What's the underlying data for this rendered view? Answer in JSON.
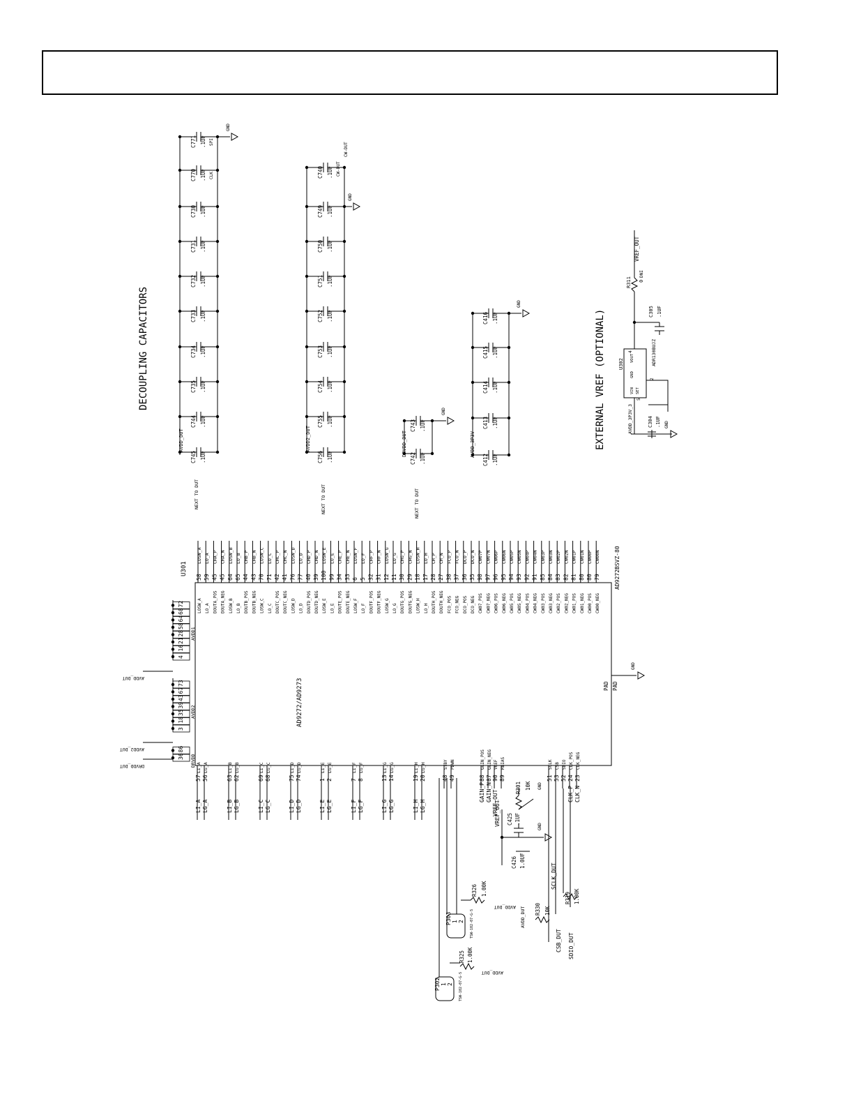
{
  "decoupling": {
    "title": "DECOUPLING CAPACITORS",
    "gnd": "GND",
    "next_to_dut": "NEXT TO DUT",
    "group_avdd": {
      "net": "AVDD_DUT",
      "caps": [
        {
          "ref": "C745",
          "val": ".1UF"
        },
        {
          "ref": "C744",
          "val": ".1UF"
        },
        {
          "ref": "C735",
          "val": ".1UF"
        },
        {
          "ref": "C734",
          "val": ".1UF"
        },
        {
          "ref": "C733",
          "val": ".1UF"
        },
        {
          "ref": "C732",
          "val": ".1UF"
        },
        {
          "ref": "C731",
          "val": ".1UF"
        },
        {
          "ref": "C730",
          "val": ".1UF"
        },
        {
          "ref": "C770",
          "val": ".1UF",
          "note": "CLK"
        },
        {
          "ref": "C771",
          "val": ".1UF",
          "note": "SPI"
        }
      ]
    },
    "group_avdd2": {
      "net": "AVDD2_DUT",
      "caps": [
        {
          "ref": "C756",
          "val": ".1UF"
        },
        {
          "ref": "C755",
          "val": ".1UF"
        },
        {
          "ref": "C754",
          "val": ".1UF"
        },
        {
          "ref": "C753",
          "val": ".1UF"
        },
        {
          "ref": "C752",
          "val": ".1UF"
        },
        {
          "ref": "C751",
          "val": ".1UF"
        },
        {
          "ref": "C750",
          "val": ".1UF"
        },
        {
          "ref": "C749",
          "val": ".1UF"
        },
        {
          "ref": "C740",
          "val": ".1UF",
          "note": "CW-DUT"
        }
      ]
    },
    "group_drvdd": {
      "net": "DRVDD_DUT",
      "caps": [
        {
          "ref": "C742",
          "val": ".1UF"
        },
        {
          "ref": "C743",
          "val": ".1UF"
        }
      ]
    },
    "group_avdd3p3": {
      "net": "AVDD_3P3V",
      "caps": [
        {
          "ref": "C412",
          "val": ".1UF"
        },
        {
          "ref": "C413",
          "val": ".1UF"
        },
        {
          "ref": "C414",
          "val": ".1UF"
        },
        {
          "ref": "C415",
          "val": ".1UF"
        },
        {
          "ref": "C416",
          "val": ".1UF"
        }
      ]
    }
  },
  "vref": {
    "title": "EXTERNAL VREF (OPTIONAL)",
    "u_ref": "U302",
    "u_part": "ADR130BUJZ",
    "pins": [
      "VIN",
      "SET",
      "GND",
      "VOUT"
    ],
    "pin_numbers": [
      "5",
      "2",
      "4"
    ],
    "in_net": "AVDD_3P3V_3",
    "out_net": "VREF_OUT",
    "r_ref": "R311",
    "r_val": "0",
    "r_note": "DNI",
    "c_in_ref": "C304",
    "c_in_val": ".1UF",
    "c_out_ref": "C305",
    "c_out_val": ".1UF",
    "gnd": "GND"
  },
  "ic": {
    "ref": "U301",
    "name": "AD9272/AD9273",
    "part": "AD9272BSVZ-80",
    "pad_label": "PAD",
    "pad_pin": "PAD",
    "pad_gnd": "GND",
    "avdd1_label": "AVDD1",
    "avdd1_pins": [
      "4",
      "16",
      "21",
      "28",
      "58",
      "64",
      "68",
      "72"
    ],
    "avdd2_label": "AVDD2",
    "avdd2_pins": [
      "3",
      "18",
      "35",
      "39",
      "43",
      "67",
      "73"
    ],
    "drvdd_label": "DRVDD",
    "drvdd_pins": [
      "36",
      "86"
    ],
    "supply_nets": [
      "AVDD_DUT",
      "AVDD2_DUT",
      "DRVDD_DUT"
    ],
    "left_pins": [
      {
        "sig": "LI_A",
        "num": "57",
        "pin": "LI_A"
      },
      {
        "sig": "LG_A",
        "num": "56",
        "pin": "LG_A"
      },
      {
        "sig": "LI_B",
        "num": "63",
        "pin": "LI_B"
      },
      {
        "sig": "LG_B",
        "num": "62",
        "pin": "LG_B"
      },
      {
        "sig": "LI_C",
        "num": "69",
        "pin": "LI_C"
      },
      {
        "sig": "LG_C",
        "num": "68",
        "pin": "LG_C"
      },
      {
        "sig": "LI_D",
        "num": "75",
        "pin": "LI_D"
      },
      {
        "sig": "LG_D",
        "num": "74",
        "pin": "LG_D"
      },
      {
        "sig": "LI_E",
        "num": "1",
        "pin": "LI_E"
      },
      {
        "sig": "LG_E",
        "num": "2",
        "pin": "LG_E"
      },
      {
        "sig": "LI_F",
        "num": "7",
        "pin": "LI_F"
      },
      {
        "sig": "LG_F",
        "num": "8",
        "pin": "LG_F"
      },
      {
        "sig": "LI_G",
        "num": "13",
        "pin": "LI_G"
      },
      {
        "sig": "LG_G",
        "num": "14",
        "pin": "LG_G"
      },
      {
        "sig": "LI_H",
        "num": "19",
        "pin": "LI_H"
      },
      {
        "sig": "LG_H",
        "num": "20",
        "pin": "LG_H"
      }
    ],
    "ctrl_pins": [
      {
        "num": "48",
        "pin": "STBY"
      },
      {
        "num": "49",
        "pin": "PDWN"
      },
      {
        "num": "88",
        "pin": "GAIN_POS",
        "net": "GAIN_P"
      },
      {
        "num": "87",
        "pin": "GAIN_NEG",
        "net": "GAIN_N"
      },
      {
        "num": "90",
        "pin": "VREF",
        "net": "VREF_OUT"
      },
      {
        "num": "89",
        "pin": "RBIAS"
      },
      {
        "num": "51",
        "pin": "SCLK"
      },
      {
        "num": "53",
        "pin": "CSB"
      },
      {
        "num": "52",
        "pin": "SDIO"
      },
      {
        "num": "24",
        "pin": "CLK_POS",
        "net": "CLK_P"
      },
      {
        "num": "23",
        "pin": "CLK_NEG",
        "net": "CLK_N"
      }
    ],
    "right_pins": [
      {
        "pin": "LOSW_A",
        "num": "58",
        "sig": "LOSW_A"
      },
      {
        "pin": "LO_A",
        "num": "59",
        "sig": "LO_A"
      },
      {
        "pin": "DOUTA_POS",
        "num": "45",
        "sig": "CHA_P"
      },
      {
        "pin": "DOUTA_NEG",
        "num": "45",
        "sig": "CHA_N"
      },
      {
        "pin": "LOSW_B",
        "num": "64",
        "sig": "LOSW_B"
      },
      {
        "pin": "LO_B",
        "num": "65",
        "sig": "LO_B"
      },
      {
        "pin": "DOUTB_POS",
        "num": "44",
        "sig": "CHB_P"
      },
      {
        "pin": "DOUTB_NEG",
        "num": "43",
        "sig": "CHB_N"
      },
      {
        "pin": "LOSW_C",
        "num": "70",
        "sig": "LOSW_C"
      },
      {
        "pin": "LO_C",
        "num": "71",
        "sig": "LO_C"
      },
      {
        "pin": "DOUTC_POS",
        "num": "42",
        "sig": "CHC_P"
      },
      {
        "pin": "DOUTC_NEG",
        "num": "41",
        "sig": "CHC_N"
      },
      {
        "pin": "LOSW_D",
        "num": "76",
        "sig": "LOSW_D"
      },
      {
        "pin": "LO_D",
        "num": "77",
        "sig": "LO_D"
      },
      {
        "pin": "DOUTD_POS",
        "num": "40",
        "sig": "CHD_P"
      },
      {
        "pin": "DOUTD_NEG",
        "num": "39",
        "sig": "CHD_N"
      },
      {
        "pin": "LOSW_E",
        "num": "100",
        "sig": "LOSW_E"
      },
      {
        "pin": "LO_E",
        "num": "99",
        "sig": "LO_E"
      },
      {
        "pin": "DOUTE_POS",
        "num": "34",
        "sig": "CHE_P"
      },
      {
        "pin": "DOUTE_NEG",
        "num": "33",
        "sig": "CHE_N"
      },
      {
        "pin": "LOSW_F",
        "num": "6",
        "sig": "LOSW_F"
      },
      {
        "pin": "LO_F",
        "num": "5",
        "sig": "LO_F"
      },
      {
        "pin": "DOUTF_POS",
        "num": "32",
        "sig": "CHF_P"
      },
      {
        "pin": "DOUTF_NEG",
        "num": "31",
        "sig": "CHF_N"
      },
      {
        "pin": "LOSW_G",
        "num": "12",
        "sig": "LOSW_G"
      },
      {
        "pin": "LO_G",
        "num": "11",
        "sig": "LO_G"
      },
      {
        "pin": "DOUTG_POS",
        "num": "30",
        "sig": "CHG_P"
      },
      {
        "pin": "DOUTG_NEG",
        "num": "29",
        "sig": "CHG_N"
      },
      {
        "pin": "LOSW_H",
        "num": "18",
        "sig": "LOSW_H"
      },
      {
        "pin": "LO_H",
        "num": "17",
        "sig": "LO_H"
      },
      {
        "pin": "DOUTH_POS",
        "num": "28",
        "sig": "CH_P"
      },
      {
        "pin": "DOUTH_NEG",
        "num": "27",
        "sig": "CH_N"
      },
      {
        "pin": "FCO_POS",
        "num": "38",
        "sig": "FCO_P"
      },
      {
        "pin": "FCO_NEG",
        "num": "37",
        "sig": "FCO_N"
      },
      {
        "pin": "DCO_POS",
        "num": "36",
        "sig": "DCO_P"
      },
      {
        "pin": "DCO_NEG",
        "num": "35",
        "sig": "DCO_N"
      },
      {
        "pin": "CW07_POS",
        "num": "98",
        "sig": "CW07P"
      },
      {
        "pin": "CW07_NEG",
        "num": "97",
        "sig": "CW07N"
      },
      {
        "pin": "CW06_POS",
        "num": "96",
        "sig": "CW06P"
      },
      {
        "pin": "CW06_NEG",
        "num": "95",
        "sig": "CW06N"
      },
      {
        "pin": "CW05_POS",
        "num": "94",
        "sig": "CW05P"
      },
      {
        "pin": "CW05_NEG",
        "num": "93",
        "sig": "CW05N"
      },
      {
        "pin": "CW04_POS",
        "num": "92",
        "sig": "CW04P"
      },
      {
        "pin": "CW04_NEG",
        "num": "91",
        "sig": "CW04N"
      },
      {
        "pin": "CW03_POS",
        "num": "85",
        "sig": "CW03P"
      },
      {
        "pin": "CW03_NEG",
        "num": "84",
        "sig": "CW03N"
      },
      {
        "pin": "CW02_POS",
        "num": "83",
        "sig": "CW02P"
      },
      {
        "pin": "CW02_NEG",
        "num": "82",
        "sig": "CW02N"
      },
      {
        "pin": "CW01_POS",
        "num": "81",
        "sig": "CW01P"
      },
      {
        "pin": "CW01_NEG",
        "num": "80",
        "sig": "CW01N"
      },
      {
        "pin": "CW00_POS",
        "num": "80",
        "sig": "CW00P"
      },
      {
        "pin": "CW00_NEG",
        "num": "79",
        "sig": "CW00N"
      }
    ]
  },
  "bottom": {
    "r301": {
      "ref": "R301",
      "val": "10K"
    },
    "c425": {
      "ref": "C425",
      "val": ".1UF"
    },
    "c426": {
      "ref": "C426",
      "val": "1.0UF"
    },
    "vref_net": "VREF_OUT",
    "gnd": "GND",
    "sclk_net": "SCLK_DUT",
    "csb_net": "CSB_DUT",
    "sdio_net": "SDIO_DUT",
    "r330": {
      "ref": "R330",
      "val": "10K"
    },
    "r319": {
      "ref": "R319",
      "val": "1.00K"
    },
    "r326": {
      "ref": "R326",
      "val": "1.00K"
    },
    "r325": {
      "ref": "R325",
      "val": "1.00K"
    },
    "p303": {
      "ref": "P303",
      "pins": [
        "1",
        "2"
      ],
      "part": "TSW-102-07-G-S"
    },
    "p302": {
      "ref": "P302",
      "pins": [
        "1",
        "2"
      ],
      "part": "TSW-102-07-G-S"
    },
    "avdd_net": "AVDD_DUT"
  }
}
